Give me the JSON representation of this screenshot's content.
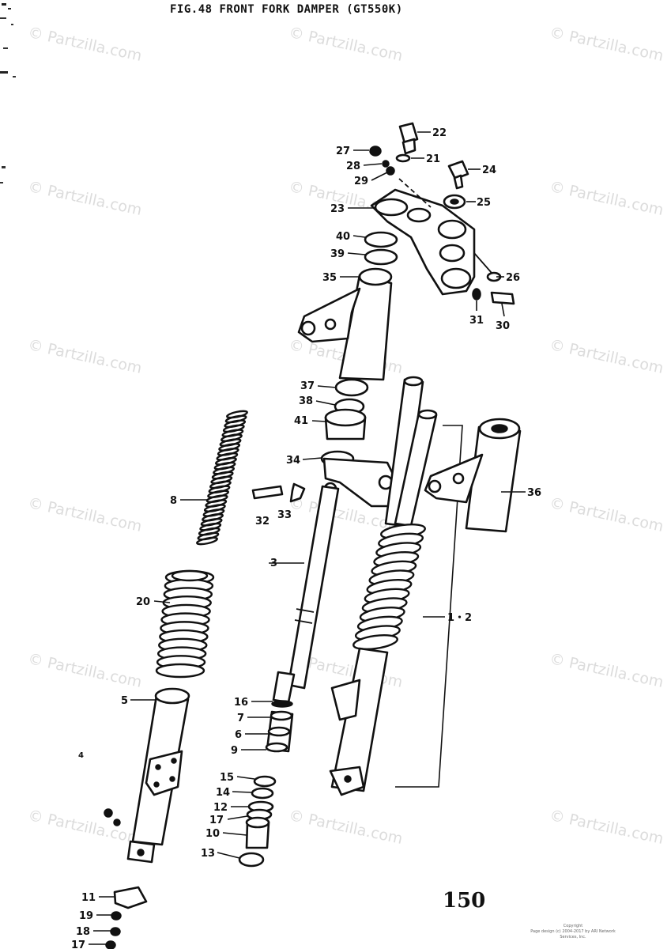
{
  "title": "FIG.48  FRONT FORK DAMPER (GT550K)",
  "page_number": "150",
  "watermark": "© Partzilla.com",
  "copyright_lines": [
    "Copyright",
    "Page design (c) 2004-2017 by ARI Network Services, Inc."
  ],
  "callouts": [
    {
      "id": "c22",
      "text": "22"
    },
    {
      "id": "c21",
      "text": "21"
    },
    {
      "id": "c27",
      "text": "27"
    },
    {
      "id": "c28",
      "text": "28"
    },
    {
      "id": "c29",
      "text": "29"
    },
    {
      "id": "c24",
      "text": "24"
    },
    {
      "id": "c25",
      "text": "25"
    },
    {
      "id": "c23",
      "text": "23"
    },
    {
      "id": "c40",
      "text": "40"
    },
    {
      "id": "c39",
      "text": "39"
    },
    {
      "id": "c26",
      "text": "26"
    },
    {
      "id": "c35",
      "text": "35"
    },
    {
      "id": "c31",
      "text": "31"
    },
    {
      "id": "c30",
      "text": "30"
    },
    {
      "id": "c37",
      "text": "37"
    },
    {
      "id": "c38",
      "text": "38"
    },
    {
      "id": "c41",
      "text": "41"
    },
    {
      "id": "c34",
      "text": "34"
    },
    {
      "id": "c36",
      "text": "36"
    },
    {
      "id": "c8",
      "text": "8"
    },
    {
      "id": "c32",
      "text": "32"
    },
    {
      "id": "c33",
      "text": "33"
    },
    {
      "id": "c3",
      "text": "3"
    },
    {
      "id": "c20",
      "text": "20"
    },
    {
      "id": "c12b",
      "text": "1・2"
    },
    {
      "id": "c5",
      "text": "5"
    },
    {
      "id": "c16",
      "text": "16"
    },
    {
      "id": "c7",
      "text": "7"
    },
    {
      "id": "c6",
      "text": "6"
    },
    {
      "id": "c9",
      "text": "9"
    },
    {
      "id": "c4",
      "text": "4"
    },
    {
      "id": "c15",
      "text": "15"
    },
    {
      "id": "c14",
      "text": "14"
    },
    {
      "id": "c12",
      "text": "12"
    },
    {
      "id": "c17a",
      "text": "17"
    },
    {
      "id": "c10",
      "text": "10"
    },
    {
      "id": "c13",
      "text": "13"
    },
    {
      "id": "c11",
      "text": "11"
    },
    {
      "id": "c19",
      "text": "19"
    },
    {
      "id": "c18",
      "text": "18"
    },
    {
      "id": "c17b",
      "text": "17"
    }
  ]
}
